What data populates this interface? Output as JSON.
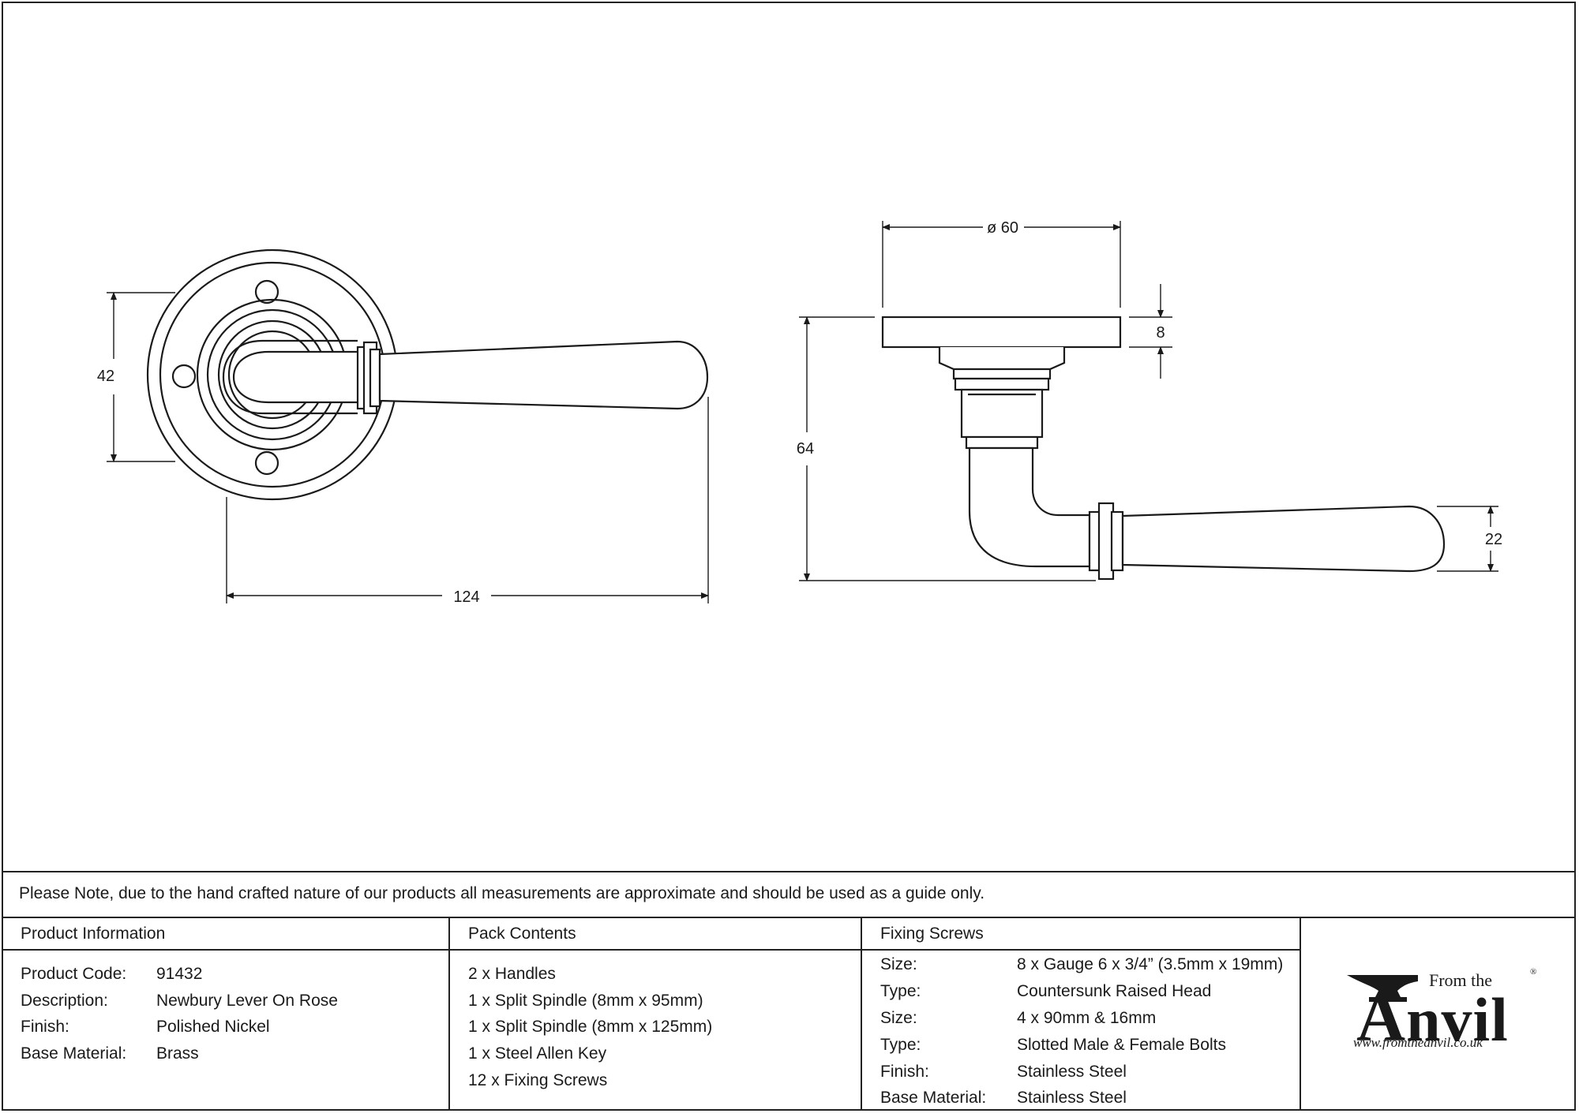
{
  "drawing": {
    "front_view": {
      "dim_height": "42",
      "dim_length": "124"
    },
    "side_view": {
      "dim_diameter": "ø 60",
      "dim_rose_thickness": "8",
      "dim_projection": "64",
      "dim_lever_height": "22"
    }
  },
  "note": "Please Note, due to the hand crafted nature of our products all measurements are approximate and should be used as a guide only.",
  "product_information": {
    "header": "Product Information",
    "rows": [
      {
        "label": "Product Code:",
        "value": "91432"
      },
      {
        "label": "Description:",
        "value": "Newbury Lever On Rose"
      },
      {
        "label": "Finish:",
        "value": "Polished Nickel"
      },
      {
        "label": "Base Material:",
        "value": "Brass"
      }
    ]
  },
  "pack_contents": {
    "header": "Pack Contents",
    "items": [
      "2 x Handles",
      "1 x Split Spindle (8mm x 95mm)",
      "1 x Split Spindle (8mm x 125mm)",
      "1 x Steel Allen Key",
      "12 x Fixing Screws"
    ]
  },
  "fixing_screws": {
    "header": "Fixing Screws",
    "rows": [
      {
        "label": "Size:",
        "value": "8 x Gauge 6 x 3/4” (3.5mm x 19mm)"
      },
      {
        "label": "Type:",
        "value": "Countersunk Raised Head"
      },
      {
        "label": "Size:",
        "value": "4 x 90mm & 16mm"
      },
      {
        "label": "Type:",
        "value": "Slotted Male & Female Bolts"
      },
      {
        "label": "Finish:",
        "value": "Stainless Steel"
      },
      {
        "label": "Base Material:",
        "value": "Stainless Steel"
      }
    ]
  },
  "logo": {
    "from_the": "From the",
    "registered": "®",
    "brand": "nvil",
    "url": "www.fromtheanvil.co.uk"
  }
}
